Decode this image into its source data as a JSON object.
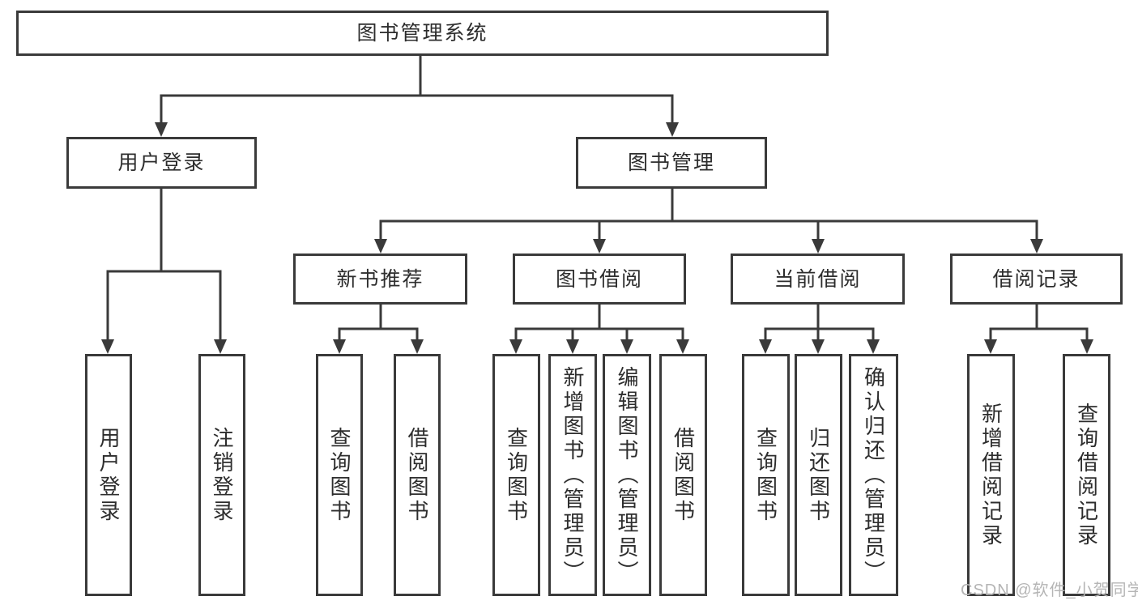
{
  "colors": {
    "line": "#3a3a3a",
    "box_border": "#3a3a3a",
    "box_fill": "#ffffff",
    "text": "#2d2d2d",
    "watermark": "#b5b5b5",
    "background": "#ffffff"
  },
  "tree": {
    "root": {
      "label": "图书管理系统"
    },
    "branches": [
      {
        "label": "用户登录",
        "leaves": [
          {
            "label": "用户登录"
          },
          {
            "label": "注销登录"
          }
        ]
      },
      {
        "label": "图书管理",
        "groups": [
          {
            "label": "新书推荐",
            "leaves": [
              {
                "label": "查询图书"
              },
              {
                "label": "借阅图书"
              }
            ]
          },
          {
            "label": "图书借阅",
            "leaves": [
              {
                "label": "查询图书"
              },
              {
                "label": "新增图书（管理员）"
              },
              {
                "label": "编辑图书（管理员）"
              },
              {
                "label": "借阅图书"
              }
            ]
          },
          {
            "label": "当前借阅",
            "leaves": [
              {
                "label": "查询图书"
              },
              {
                "label": "归还图书"
              },
              {
                "label": "确认归还（管理员）"
              }
            ]
          },
          {
            "label": "借阅记录",
            "leaves": [
              {
                "label": "新增借阅记录"
              },
              {
                "label": "查询借阅记录"
              }
            ]
          }
        ]
      }
    ]
  },
  "watermark": {
    "text": "CSDN @软件_小贺同学"
  }
}
